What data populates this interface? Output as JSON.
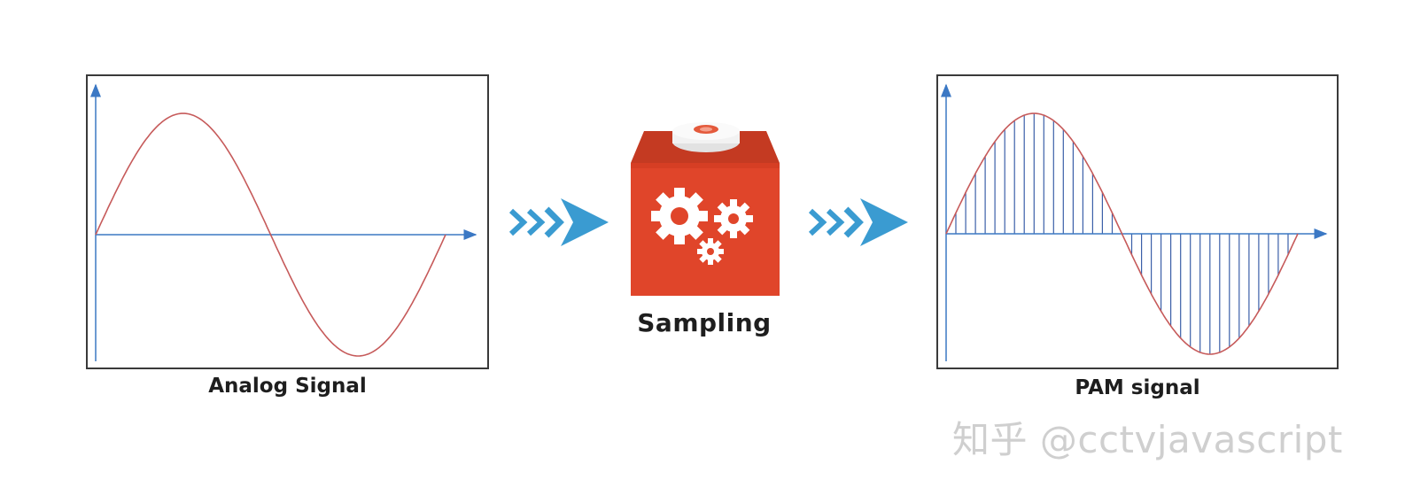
{
  "left_panel": {
    "caption": "Analog Signal"
  },
  "center": {
    "caption": "Sampling",
    "icon": "gears-box-icon"
  },
  "right_panel": {
    "caption": "PAM signal",
    "sample_count": 36
  },
  "watermark": "知乎 @cctvjavascript",
  "colors": {
    "axis": "#3b78c4",
    "wave": "#c65a5a",
    "frame": "#3a3a3a",
    "arrow": "#3a9bd1",
    "box_red": "#e0452a",
    "box_top": "#c43a22"
  },
  "chart_data": [
    {
      "type": "line",
      "title": "",
      "caption": "Analog Signal",
      "x": [
        0,
        0.25,
        0.5,
        0.75,
        1
      ],
      "series": [
        {
          "values": [
            0,
            1,
            0,
            -1,
            0
          ]
        }
      ],
      "grid": false
    },
    {
      "type": "bar",
      "title": "",
      "caption": "PAM signal",
      "series": [
        {
          "values": [
            0,
            1,
            0,
            -1,
            0
          ]
        }
      ],
      "grid": false
    }
  ]
}
